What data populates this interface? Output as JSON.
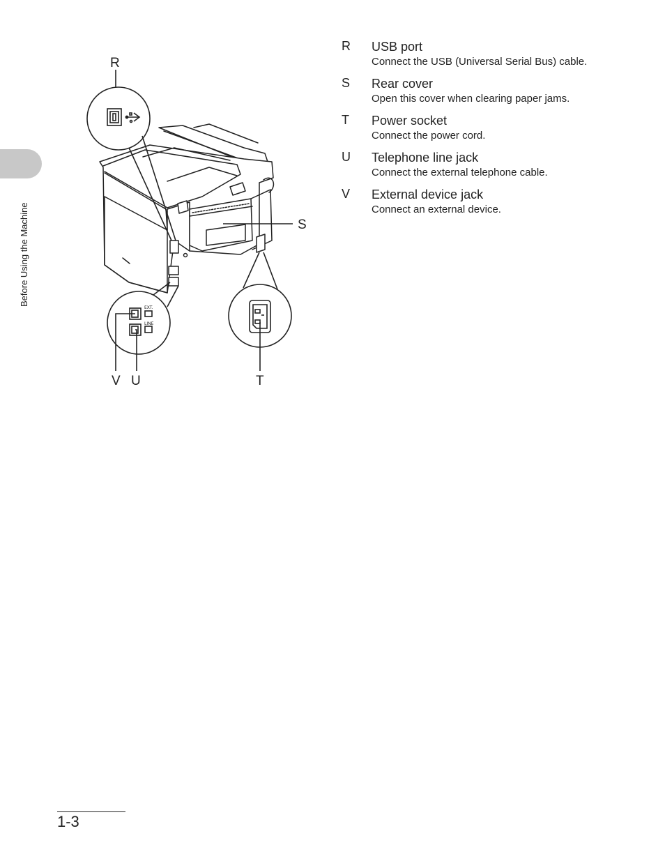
{
  "sidebar": {
    "section_label": "Before Using the Machine"
  },
  "figure": {
    "callouts": {
      "r": "R",
      "s": "S",
      "t": "T",
      "u": "U",
      "v": "V"
    },
    "port_labels": {
      "ext": "EXT.",
      "line": "LINE"
    }
  },
  "items": [
    {
      "letter": "R",
      "title": "USB port",
      "desc": "Connect the USB (Universal Serial Bus) cable."
    },
    {
      "letter": "S",
      "title": "Rear cover",
      "desc": "Open this cover when clearing paper jams."
    },
    {
      "letter": "T",
      "title": "Power socket",
      "desc": "Connect the power cord."
    },
    {
      "letter": "U",
      "title": "Telephone line jack",
      "desc": "Connect the external telephone cable."
    },
    {
      "letter": "V",
      "title": "External device jack",
      "desc": "Connect an external device."
    }
  ],
  "footer": {
    "page_number": "1-3"
  }
}
